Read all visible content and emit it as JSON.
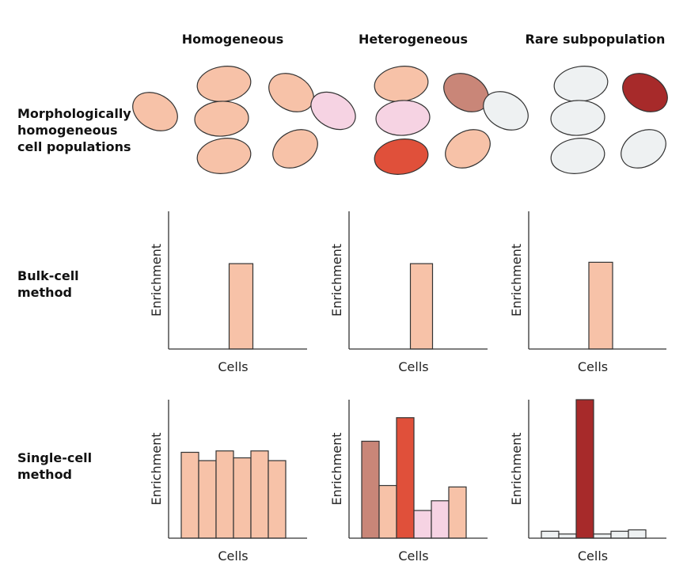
{
  "columns": [
    {
      "title": "Homogeneous"
    },
    {
      "title": "Heterogeneous"
    },
    {
      "title": "Rare subpopulation"
    }
  ],
  "rows": [
    {
      "label": "Morphologically\nhomogeneous\ncell populations"
    },
    {
      "label": "Bulk-cell\nmethod"
    },
    {
      "label": "Single-cell\nmethod"
    }
  ],
  "axis": {
    "x_label": "Cells",
    "y_label": "Enrichment"
  },
  "colors": {
    "peach": "#f7c2a8",
    "pink": "#f6d3e3",
    "mauve": "#c98678",
    "red": "#e0503a",
    "dark_red": "#a72a2a",
    "white": "#eef1f2",
    "outline": "#333333"
  },
  "cell_groups": [
    {
      "cells": [
        "peach",
        "peach",
        "peach",
        "peach",
        "peach",
        "peach"
      ]
    },
    {
      "cells": [
        "peach",
        "pink",
        "mauve",
        "pink",
        "red",
        "peach"
      ]
    },
    {
      "cells": [
        "white",
        "dark_red",
        "white",
        "white",
        "white",
        "white"
      ]
    }
  ],
  "chart_data": [
    {
      "type": "bar",
      "panel": "bulk-homogeneous",
      "xlabel": "Cells",
      "ylabel": "Enrichment",
      "ylim": [
        0,
        1
      ],
      "values": [
        0.62
      ],
      "colors": [
        "peach"
      ]
    },
    {
      "type": "bar",
      "panel": "bulk-heterogeneous",
      "xlabel": "Cells",
      "ylabel": "Enrichment",
      "ylim": [
        0,
        1
      ],
      "values": [
        0.62
      ],
      "colors": [
        "peach"
      ]
    },
    {
      "type": "bar",
      "panel": "bulk-rare",
      "xlabel": "Cells",
      "ylabel": "Enrichment",
      "ylim": [
        0,
        1
      ],
      "values": [
        0.63
      ],
      "colors": [
        "peach"
      ]
    },
    {
      "type": "bar",
      "panel": "single-homogeneous",
      "xlabel": "Cells",
      "ylabel": "Enrichment",
      "ylim": [
        0,
        1
      ],
      "values": [
        0.62,
        0.56,
        0.63,
        0.58,
        0.63,
        0.56
      ],
      "colors": [
        "peach",
        "peach",
        "peach",
        "peach",
        "peach",
        "peach"
      ]
    },
    {
      "type": "bar",
      "panel": "single-heterogeneous",
      "xlabel": "Cells",
      "ylabel": "Enrichment",
      "ylim": [
        0,
        1
      ],
      "values": [
        0.7,
        0.38,
        0.87,
        0.2,
        0.27,
        0.37
      ],
      "colors": [
        "mauve",
        "peach",
        "red",
        "pink",
        "pink",
        "peach"
      ]
    },
    {
      "type": "bar",
      "panel": "single-rare",
      "xlabel": "Cells",
      "ylabel": "Enrichment",
      "ylim": [
        0,
        1
      ],
      "values": [
        0.05,
        0.03,
        1.0,
        0.03,
        0.05,
        0.06
      ],
      "colors": [
        "white",
        "white",
        "dark_red",
        "white",
        "white",
        "white"
      ]
    }
  ]
}
